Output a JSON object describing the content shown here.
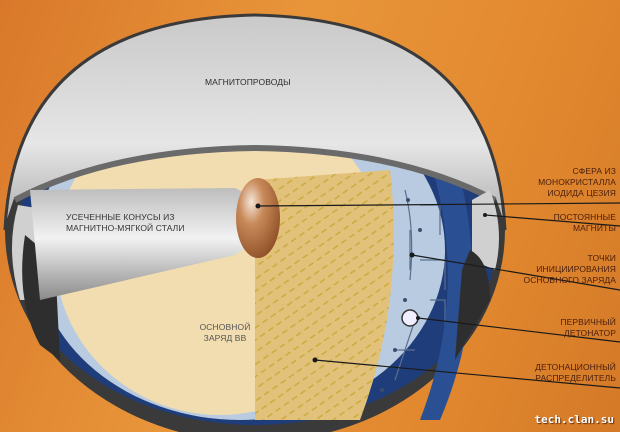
{
  "labels": {
    "magnetic_cores": "Магнитопроводы",
    "truncated_cones": "Усеченные конусы из магнитно-мягкой стали",
    "main_charge": "Основной заряд ВВ",
    "cesium_iodide_sphere": "Сфера из монокристалла иодида цезия",
    "permanent_magnets": "Постоянные магниты",
    "initiation_points": "Точки инициирования основного заряда",
    "primary_detonator": "Первичный детонатор",
    "detonation_distributor": "Детонационный распределитель"
  },
  "watermark": "tech.clan.su",
  "colors": {
    "background": "#e0852c",
    "label_text": "#4a1e0c",
    "shell": "#9a9a9a",
    "charge": "#efd89a",
    "distributor": "#b9cbe0",
    "blue_layer": "#2a4f93"
  }
}
